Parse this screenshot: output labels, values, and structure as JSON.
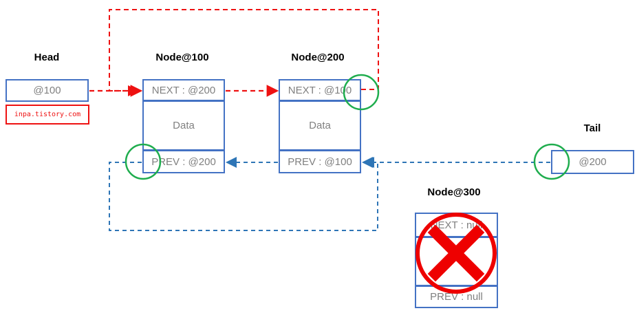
{
  "head": {
    "title": "Head",
    "value": "@100",
    "watermark": "inpa.tistory.com"
  },
  "tail": {
    "title": "Tail",
    "value": "@200"
  },
  "node100": {
    "title": "Node@100",
    "next": "NEXT : @200",
    "data": "Data",
    "prev": "PREV : @200"
  },
  "node200": {
    "title": "Node@200",
    "next": "NEXT : @100",
    "data": "Data",
    "prev": "PREV : @100"
  },
  "node300": {
    "title": "Node@300",
    "next": "NEXT : null",
    "prev": "PREV : null"
  },
  "colors": {
    "box_border": "#4472c4",
    "next_arrow": "#e11",
    "prev_arrow": "#2e75b6",
    "highlight_circle": "#1fad4e",
    "delete_mark": "#e00"
  }
}
